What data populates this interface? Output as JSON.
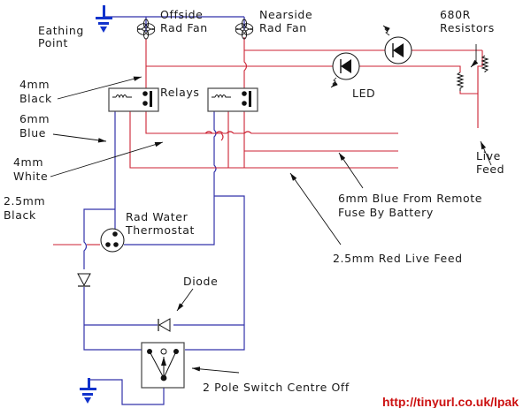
{
  "diagram": {
    "title": "Radiator fan relay wiring diagram",
    "colors": {
      "red_wire": "#cc2233",
      "blue_wire": "#3333aa",
      "ground": "#1133cc",
      "label": "#1a1a1a",
      "url": "#cc1111"
    },
    "labels": {
      "earthing_point": [
        "Eathing",
        "Point"
      ],
      "offside_fan": [
        "Offside",
        "Rad Fan"
      ],
      "nearside_fan": [
        "Nearside",
        "Rad Fan"
      ],
      "resistors": [
        "680R",
        "Resistors"
      ],
      "led": "LED",
      "relays": "Relays",
      "wire_4mm_black": [
        "4mm",
        "Black"
      ],
      "wire_6mm_blue": [
        "6mm",
        "Blue"
      ],
      "wire_4mm_white": [
        "4mm",
        "White"
      ],
      "wire_25mm_black": [
        "2.5mm",
        "Black"
      ],
      "live_feed": [
        "Live",
        "Feed"
      ],
      "blue_from_fuse": [
        "6mm Blue From Remote",
        "Fuse By Battery"
      ],
      "red_live_feed": "2.5mm Red Live Feed",
      "thermostat": [
        "Rad Water",
        "Thermostat"
      ],
      "diode": "Diode",
      "switch": "2 Pole Switch Centre Off",
      "url": "http://tinyurl.co.uk/lpak"
    },
    "components": [
      {
        "name": "offside-rad-fan",
        "type": "fan"
      },
      {
        "name": "nearside-rad-fan",
        "type": "fan"
      },
      {
        "name": "relay-left",
        "type": "relay"
      },
      {
        "name": "relay-right",
        "type": "relay"
      },
      {
        "name": "led-upper",
        "type": "led"
      },
      {
        "name": "led-lower",
        "type": "led"
      },
      {
        "name": "resistor-680r-a",
        "type": "resistor"
      },
      {
        "name": "resistor-680r-b",
        "type": "resistor"
      },
      {
        "name": "rad-water-thermostat",
        "type": "thermostat"
      },
      {
        "name": "diode-vertical",
        "type": "diode"
      },
      {
        "name": "diode-horizontal",
        "type": "diode"
      },
      {
        "name": "two-pole-switch",
        "type": "switch"
      },
      {
        "name": "ground-top",
        "type": "ground"
      },
      {
        "name": "ground-bottom",
        "type": "ground"
      }
    ]
  }
}
